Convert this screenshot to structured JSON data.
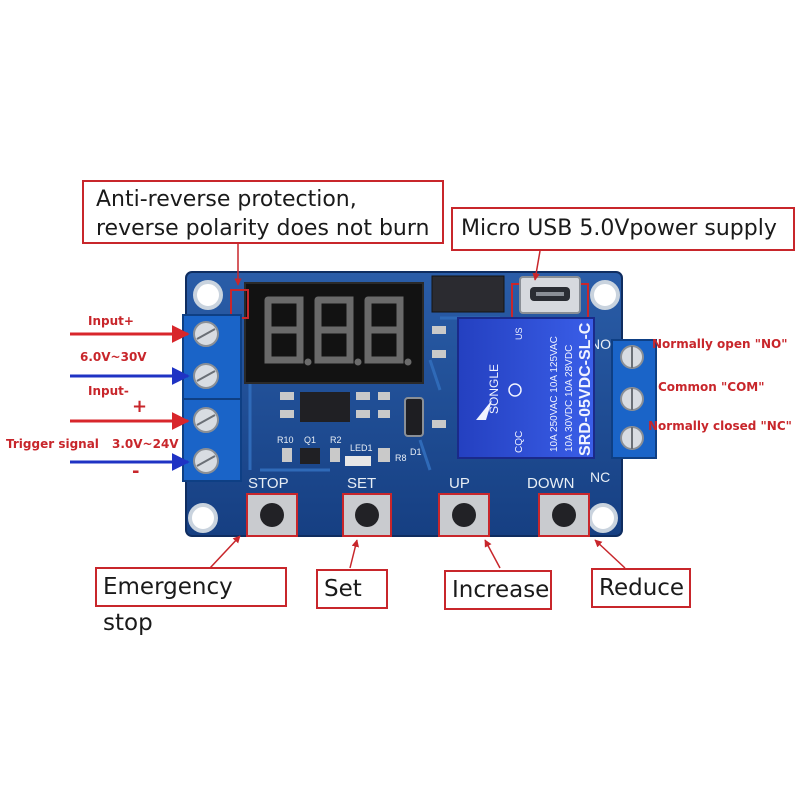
{
  "callouts": {
    "anti_reverse_line1": "Anti-reverse protection,",
    "anti_reverse_line2": "reverse polarity does not burn",
    "micro_usb": "Micro USB 5.0Vpower supply",
    "emergency_stop": "Emergency stop",
    "set": "Set",
    "increase": "Increase",
    "reduce": "Reduce"
  },
  "left_labels": {
    "input_plus": "Input+",
    "voltage_in": "6.0V~30V",
    "input_minus": "Input-",
    "plus_sign": "+",
    "trigger": "Trigger signal",
    "trigger_voltage": "3.0V~24V",
    "minus_sign": "-"
  },
  "right_labels": {
    "no": "Normally open \"NO\"",
    "com": "Common \"COM\"",
    "nc": "Normally closed \"NC\""
  },
  "board": {
    "btn_stop": "STOP",
    "btn_set": "SET",
    "btn_up": "UP",
    "btn_down": "DOWN",
    "r10": "R10",
    "q1": "Q1",
    "r2": "R2",
    "led1": "LED1",
    "r8": "R8",
    "d1": "D1",
    "nc_silk": "NC",
    "no_silk": "NO",
    "relay_brand": "SONGLE",
    "relay_model": "SRD-05VDC-SL-C",
    "relay_rating1": "10A 250VAC  10A 125VAC",
    "relay_rating2": "10A 30VDC  10A 28VDC",
    "relay_cqc": "CQC",
    "relay_us": "US"
  },
  "colors": {
    "pcb": "#1d4f9a",
    "relay": "#2e4fd6",
    "terminal": "#1a64c8",
    "callout_border": "#c8262b",
    "arrow_red": "#d8262b",
    "arrow_blue": "#1f33c4"
  }
}
